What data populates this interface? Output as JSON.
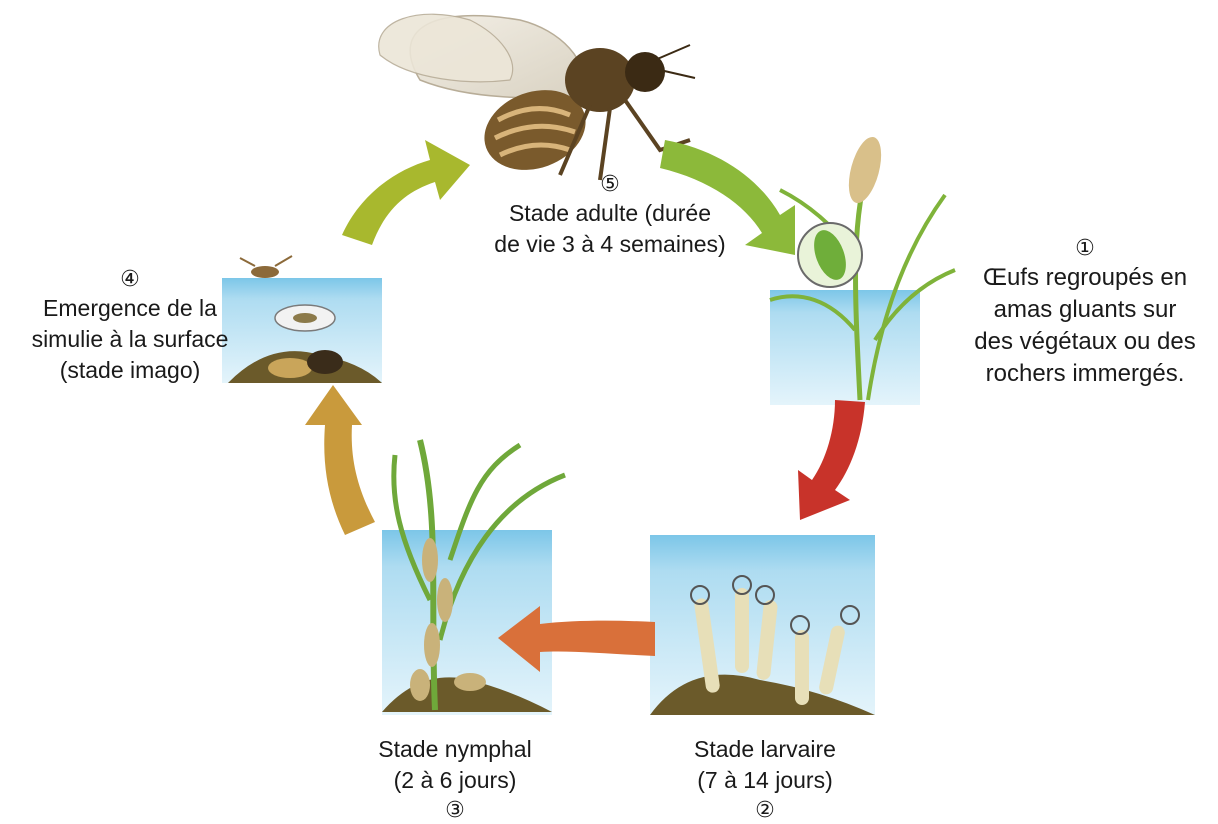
{
  "stages": {
    "adult": {
      "number": "⑤",
      "lines": [
        "Stade adulte (durée",
        "de vie 3 à 4 semaines)"
      ]
    },
    "eggs": {
      "number": "①",
      "lines": [
        "Œufs regroupés en",
        "amas gluants sur",
        "des végétaux ou des",
        "rochers immergés."
      ]
    },
    "larva": {
      "number": "②",
      "lines": [
        "Stade larvaire",
        "(7 à 14 jours)"
      ]
    },
    "nymph": {
      "number": "③",
      "lines": [
        "Stade nymphal",
        "(2 à 6 jours)"
      ]
    },
    "emergence": {
      "number": "④",
      "lines": [
        "Emergence de la",
        "simulie  à la surface",
        "(stade imago)"
      ]
    }
  },
  "arrow_colors": {
    "adult_to_eggs": "#8cb93a",
    "eggs_to_larva": "#c8332a",
    "larva_to_nymph": "#d9703a",
    "nymph_to_emergence": "#c99a3c",
    "emergence_to_adult": "#a8b82e"
  },
  "water_color": "#a9daf0",
  "plant_color": "#7fb33a",
  "soil_color": "#6b5a2a"
}
